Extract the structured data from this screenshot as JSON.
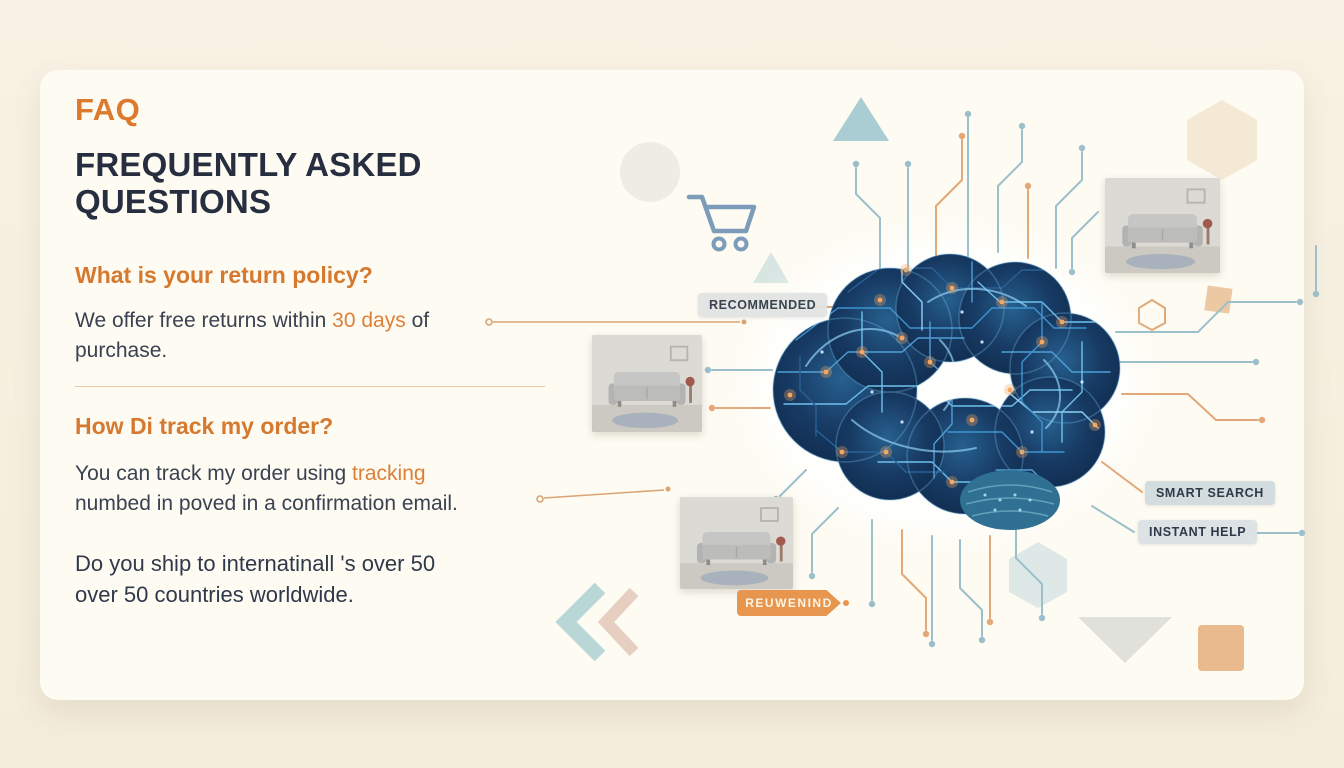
{
  "colors": {
    "accent_orange": "#dc7a2e",
    "navy_title": "#272e40",
    "body_text": "#3a4252",
    "brain_blue": "#1c4471",
    "circuit_teal": "#9cc0cb",
    "circuit_orange": "#e3a877"
  },
  "faq": {
    "eyebrow": "FAQ",
    "title_line1": "FREQUENTLY ASKED",
    "title_line2": "QUESTIONS",
    "q1": {
      "question": "What is your return policy?",
      "answer_line1_pre": "We offer free returns within ",
      "answer_highlight": "30 days",
      "answer_line1_post": " of",
      "answer_line2": "purchase."
    },
    "q2": {
      "question": "How Di track my order?",
      "answer_line1_pre": "You can track my order using ",
      "answer_highlight": "tracking",
      "answer_line2": "numbed in poved in a confirmation email."
    },
    "q3": {
      "line1": "Do you ship to internatinall 's over 50",
      "line2": "over 50 countries worldwide."
    }
  },
  "illustration": {
    "recommended_label": "RECOMMENDED",
    "smart_search_label": "SMART SEARCH",
    "instant_help_label": "INSTANT HELP",
    "tag_label": "REUWENIND"
  }
}
